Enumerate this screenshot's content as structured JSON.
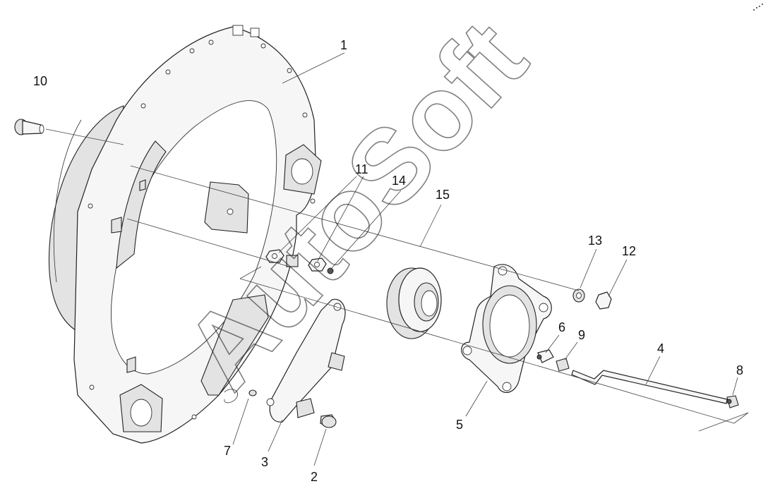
{
  "diagram": {
    "part_labels": [
      "1",
      "2",
      "3",
      "4",
      "5",
      "6",
      "7",
      "8",
      "9",
      "10",
      "11",
      "12",
      "13",
      "14",
      "15"
    ],
    "watermark": "AutoSoft"
  }
}
